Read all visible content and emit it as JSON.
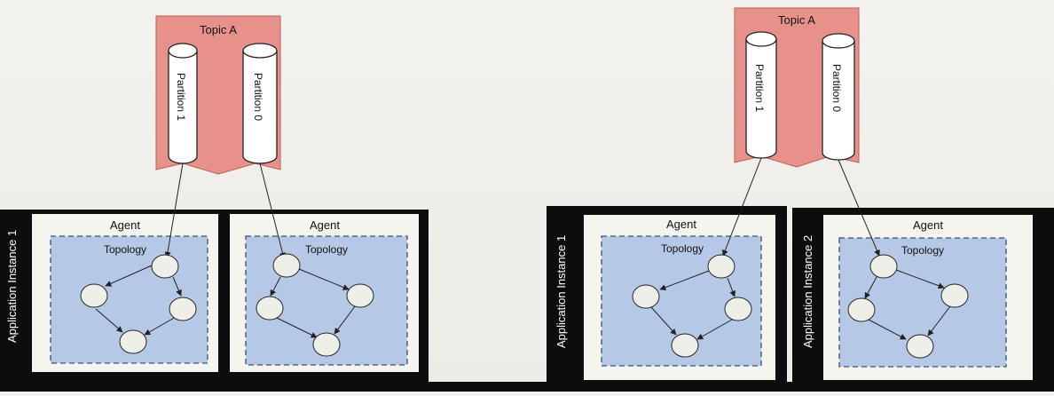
{
  "left": {
    "topic_title": "Topic A",
    "partitions": [
      "Partition 1",
      "Partition 0"
    ],
    "app_label": "Application Instance 1",
    "agents": [
      {
        "agent_label": "Agent",
        "topology_label": "Topology"
      },
      {
        "agent_label": "Agent",
        "topology_label": "Topology"
      }
    ]
  },
  "right": {
    "topic_title": "Topic A",
    "partitions": [
      "Partition 1",
      "Partition 0"
    ],
    "apps": [
      {
        "app_label": "Application Instance 1",
        "agent_label": "Agent",
        "topology_label": "Topology"
      },
      {
        "app_label": "Application Instance 2",
        "agent_label": "Agent",
        "topology_label": "Topology"
      }
    ]
  },
  "colors": {
    "topic_fill": "#e8918a",
    "agent_fill": "#f5f5f0",
    "topology_fill": "#b5c8e6",
    "node_fill": "#efefea",
    "instance_frame": "#0d0d0d"
  }
}
